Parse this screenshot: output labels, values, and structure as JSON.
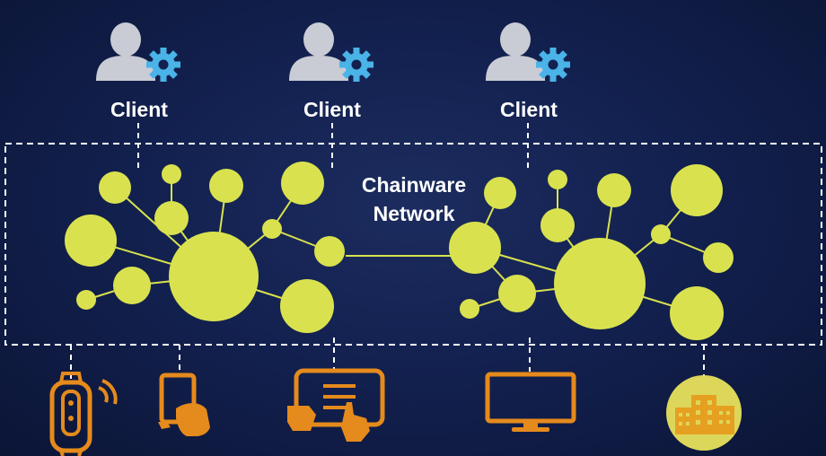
{
  "clients": [
    {
      "label": "Client"
    },
    {
      "label": "Client"
    },
    {
      "label": "Client"
    }
  ],
  "network": {
    "label_line1": "Chainware",
    "label_line2": "Network"
  },
  "devices": [
    {
      "icon": "smartwatch-icon"
    },
    {
      "icon": "phone-in-hand-icon"
    },
    {
      "icon": "tablet-touch-icon"
    },
    {
      "icon": "monitor-icon"
    },
    {
      "icon": "buildings-icon"
    }
  ],
  "colors": {
    "node": "#d9e24e",
    "edge": "#d9e24e",
    "device": "#e58a1c",
    "client_icon": "#c9ccd4",
    "gear": "#4ab3e8",
    "dashed": "#ffffff"
  }
}
